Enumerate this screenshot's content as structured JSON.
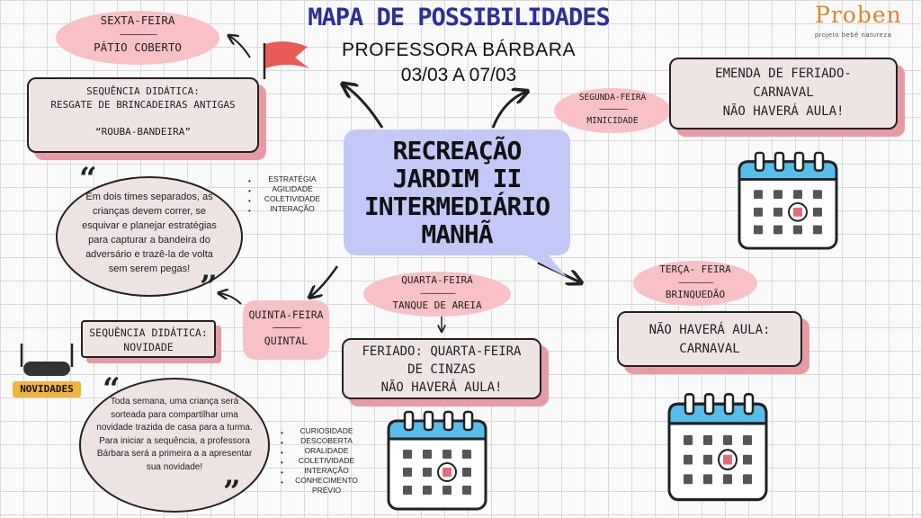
{
  "header": {
    "title": "MAPA DE POSSIBILIDADES",
    "teacher": "PROFESSORA BÁRBARA",
    "dates": "03/03 A 07/03"
  },
  "logo": {
    "brand": "Proben",
    "tagline": "projeto bebê natureza"
  },
  "center": {
    "lines": [
      "RECREAÇÃO",
      "JARDIM II",
      "INTERMEDIÁRIO",
      "MANHÃ"
    ]
  },
  "friday": {
    "day": "SEXTA-FEIRA",
    "sep": "————————",
    "activity": "PÁTIO COBERTO",
    "sequence": [
      "SEQUÊNCIA DIDÁTICA:",
      "RESGATE DE BRINCADEIRAS ANTIGAS",
      "",
      "“ROUBA-BANDEIRA”"
    ],
    "quote": "Em dois times separados, as crianças devem correr, se esquivar e planejar estratégias para capturar a bandeira do adversário e trazê-la de volta sem serem pegas!",
    "skills": [
      "ESTRATÉGIA",
      "AGILIDADE",
      "COLETIVIDADE",
      "INTERAÇÃO"
    ]
  },
  "thursday": {
    "day": "QUINTA-FEIRA",
    "sep": "——————",
    "activity": "QUINTAL",
    "sequence": [
      "SEQUÊNCIA DIDÁTICA:",
      "NOVIDADE"
    ],
    "badge": "NOVIDADES",
    "quote": "Toda semana, uma criança será sorteada para compartilhar uma novidade trazida de casa para a turma. Para iniciar a sequência, a professora Bárbara será a primeira a a apresentar sua novidade!",
    "skills": [
      "CURIOSIDADE",
      "DESCOBERTA",
      "ORALIDADE",
      "COLETIVIDADE",
      "INTERAÇÃO",
      "CONHECIMENTO PRÉVIO"
    ]
  },
  "wednesday": {
    "day": "QUARTA-FEIRA",
    "sep": "————————",
    "activity": "TANQUE DE AREIA",
    "notice": [
      "FERIADO: QUARTA-FEIRA",
      "DE CINZAS",
      "NÃO HAVERÁ AULA!"
    ]
  },
  "monday": {
    "day": "SEGUNDA-FEIRA",
    "sep": "————————",
    "activity": "MINICIDADE",
    "notice": [
      "EMENDA DE FERIADO-",
      "CARNAVAL",
      "NÃO HAVERÁ AULA!"
    ]
  },
  "tuesday": {
    "day": "TERÇA- FEIRA",
    "sep": "————————",
    "activity": "BRINQUEDÃO",
    "notice": [
      "NÃO HAVERÁ AULA:",
      "CARNAVAL"
    ]
  },
  "colors": {
    "title_blue": "#2d2e9e",
    "bubble": "#c3c8f7",
    "pill": "#f7c1c6",
    "card": "#efe4e4",
    "shadow": "#e89aa4",
    "flag": "#ea5a57",
    "cal_blue": "#58bde9",
    "cal_mark": "#e36b7c"
  }
}
